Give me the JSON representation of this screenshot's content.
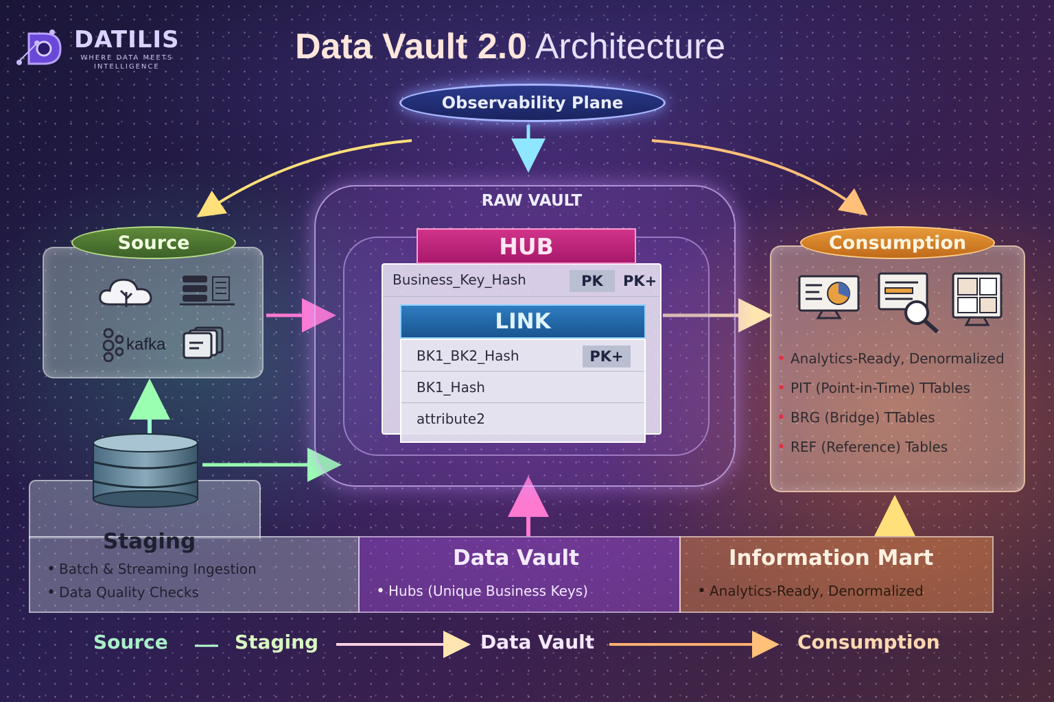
{
  "logo": {
    "name": "DATILIS",
    "tagline_1": "WHERE DATA MEETS",
    "tagline_2": "INTELLIGENCE"
  },
  "title": {
    "bold": "Data Vault 2.0",
    "light": "Architecture"
  },
  "observability": {
    "label": "Observability Plane"
  },
  "source": {
    "label": "Source",
    "kafka": "kafka"
  },
  "raw_vault": {
    "label": "RAW VAULT",
    "hub": {
      "title": "HUB",
      "row": "Business_Key_Hash",
      "pk1": "PK",
      "pk2": "PK+"
    },
    "link": {
      "title": "LINK",
      "rows": [
        {
          "text": "BK1_BK2_Hash",
          "pk": "PK+"
        },
        {
          "text": "BK1_Hash"
        },
        {
          "text": "attribute2"
        }
      ]
    }
  },
  "consumption": {
    "label": "Consumption",
    "items": [
      "Analytics-Ready, Denormalized",
      "PIT (Point-in-Time) TTables",
      "BRG (Bridge) TTables",
      "REF (Reference) Tables"
    ]
  },
  "band": {
    "staging": {
      "title": "Staging",
      "items": [
        "Batch & Streaming Ingestion",
        "Data Quality Checks"
      ]
    },
    "vault": {
      "title": "Data Vault",
      "items": [
        "Hubs (Unique Business Keys)"
      ]
    },
    "mart": {
      "title": "Information Mart",
      "items": [
        "Analytics-Ready, Denormalized"
      ]
    }
  },
  "footer": {
    "steps": [
      "Source",
      "Staging",
      "Data Vault",
      "Consumption"
    ]
  },
  "colors": {
    "hub": "#c62a7e",
    "link": "#2a6fb0",
    "source": "#5f8a3a",
    "consumption": "#e0912f",
    "bullet": "#e0304a"
  }
}
